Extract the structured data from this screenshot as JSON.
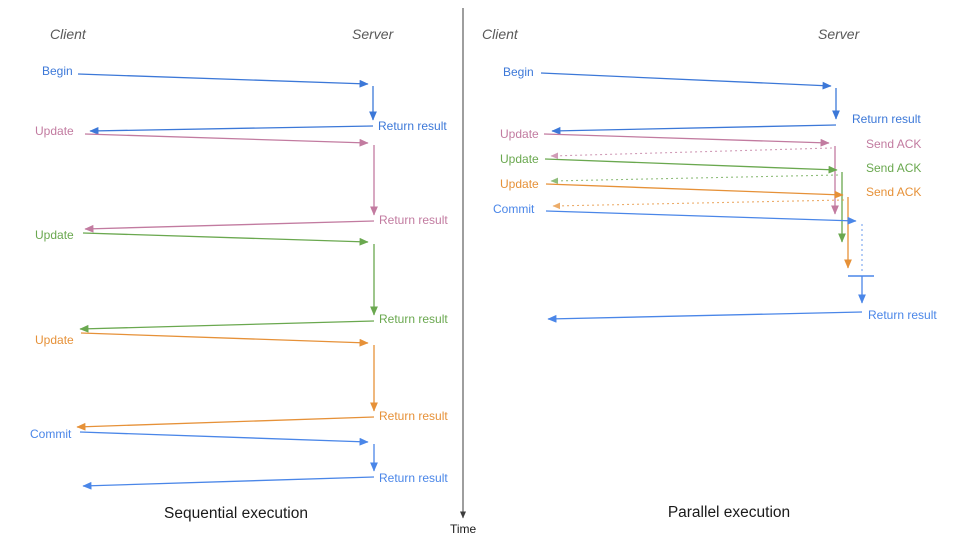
{
  "colors": {
    "blue": "#3c78d8",
    "blue_light": "#4a86e8",
    "pink": "#c27ba0",
    "green": "#6aa84f",
    "orange": "#e69138",
    "actor_gray": "#595959",
    "caption_black": "#1a1a1a",
    "axis_gray": "#3c3c3c"
  },
  "left": {
    "client_label": "Client",
    "server_label": "Server",
    "caption": "Sequential execution",
    "messages": [
      {
        "request": "Begin",
        "response": "Return result"
      },
      {
        "request": "Update",
        "response": "Return result"
      },
      {
        "request": "Update",
        "response": "Return result"
      },
      {
        "request": "Update",
        "response": "Return result"
      },
      {
        "request": "Commit",
        "response": "Return result"
      }
    ]
  },
  "right": {
    "client_label": "Client",
    "server_label": "Server",
    "caption": "Parallel execution",
    "messages": [
      {
        "request": "Begin",
        "response": "Return result"
      },
      {
        "request": "Update",
        "response": "Send ACK"
      },
      {
        "request": "Update",
        "response": "Send ACK"
      },
      {
        "request": "Update",
        "response": "Send ACK"
      },
      {
        "request": "Commit",
        "response": "Return result"
      }
    ]
  },
  "axis": {
    "label": "Time"
  }
}
